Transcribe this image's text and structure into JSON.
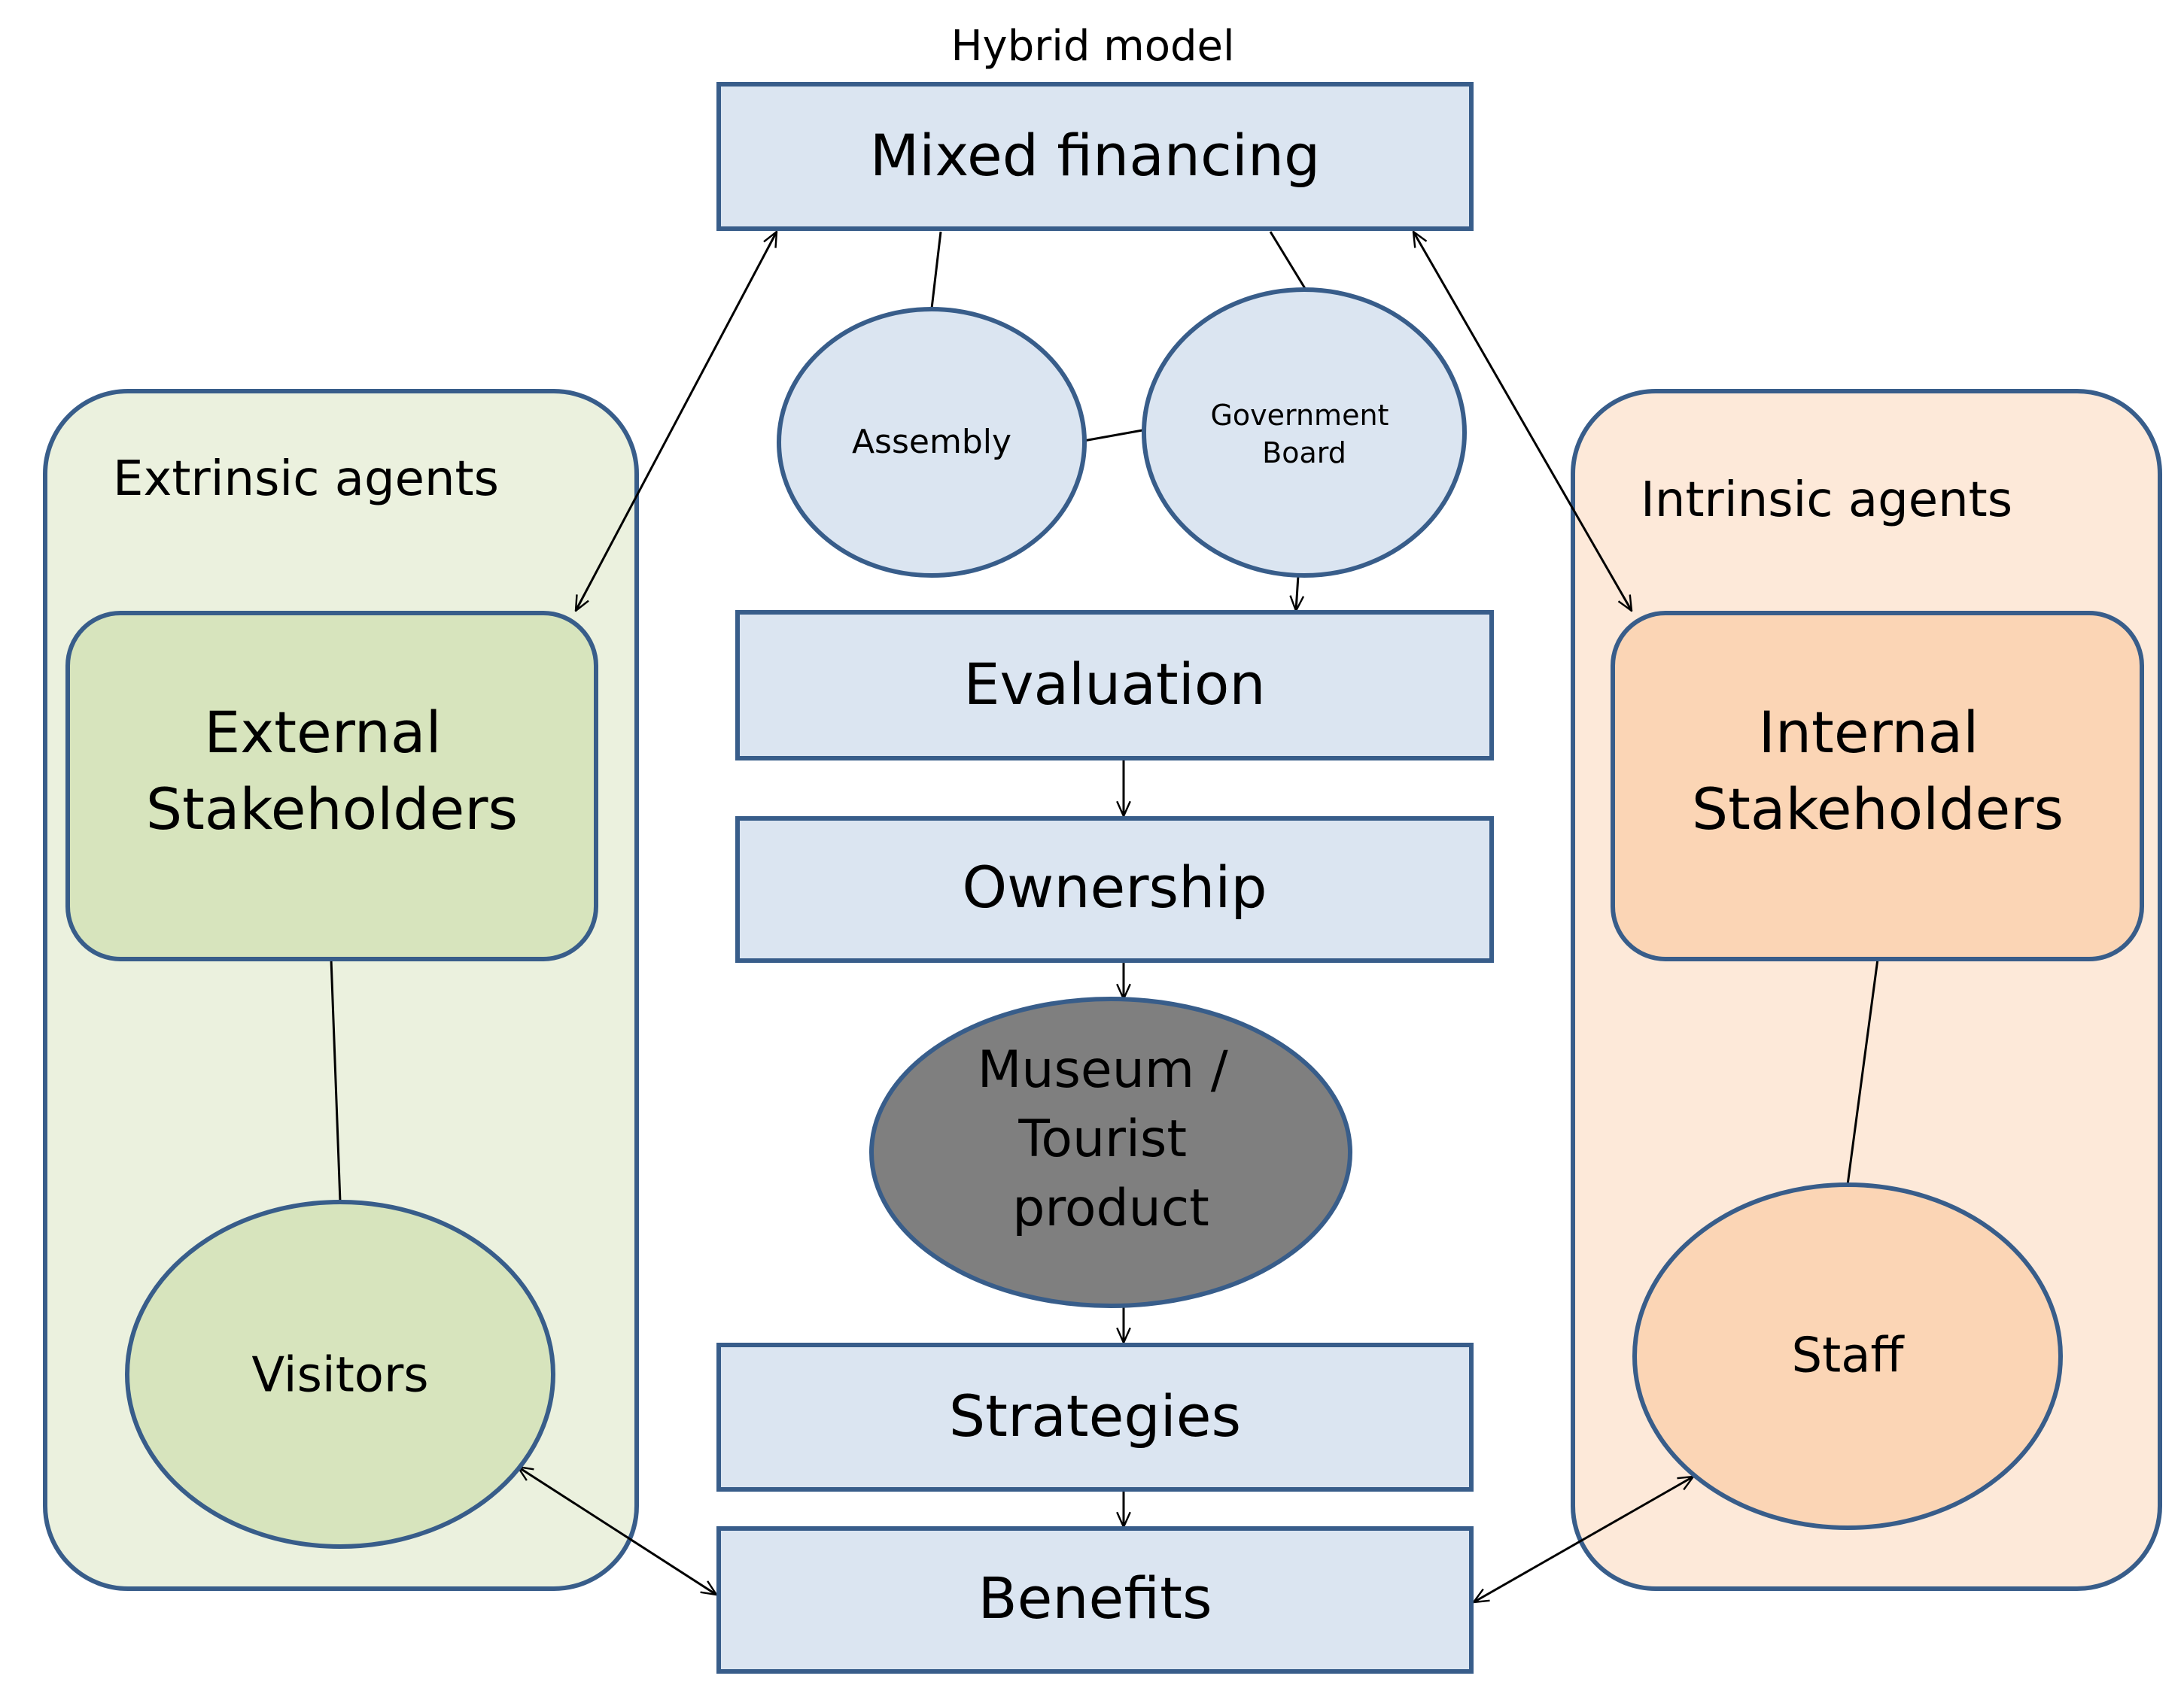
{
  "title": "Hybrid model",
  "center": {
    "financing": "Mixed financing",
    "assembly": "Assembly",
    "government_board": [
      "Government",
      "Board"
    ],
    "evaluation": "Evaluation",
    "ownership": "Ownership",
    "product": [
      "Museum /",
      "Tourist",
      "product"
    ],
    "strategies": "Strategies",
    "benefits": "Benefits"
  },
  "left": {
    "group_label": "Extrinsic agents",
    "stakeholders": [
      "External",
      "Stakeholders"
    ],
    "visitors": "Visitors"
  },
  "right": {
    "group_label": "Intrinsic agents",
    "stakeholders": [
      "Internal",
      "Stakeholders"
    ],
    "staff": "Staff"
  },
  "colors": {
    "box_fill": "#dbe5f1",
    "box_stroke": "#385d8a",
    "extrinsic_panel": "#ebf1de",
    "extrinsic_node": "#d7e4bd",
    "intrinsic_panel": "#fde9d9",
    "intrinsic_node": "#fbd5b5",
    "product_fill": "#7f7f7f"
  }
}
